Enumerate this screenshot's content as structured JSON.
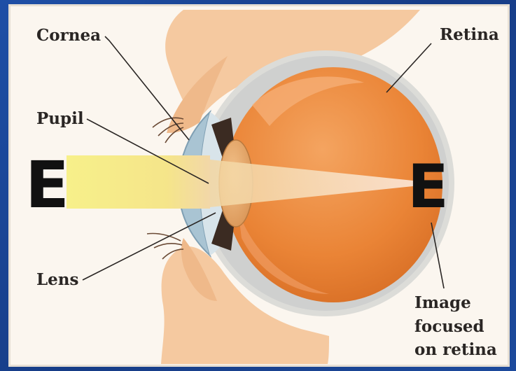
{
  "labels": {
    "cornea": "Cornea",
    "pupil": "Pupil",
    "lens": "Lens",
    "retina": "Retina",
    "image_line1": "Image",
    "image_line2": "focused",
    "image_line3": "on retina"
  },
  "letters": {
    "object": "E",
    "image": "E"
  },
  "colors": {
    "frame": "#17428f",
    "panel": "#fbf6ef",
    "skin": "#f5c9a0",
    "eyeball": "#ec8a3e",
    "sclera": "#d9d9d6",
    "light_beam": "#f4ec7a",
    "label_text": "#2a2624"
  }
}
